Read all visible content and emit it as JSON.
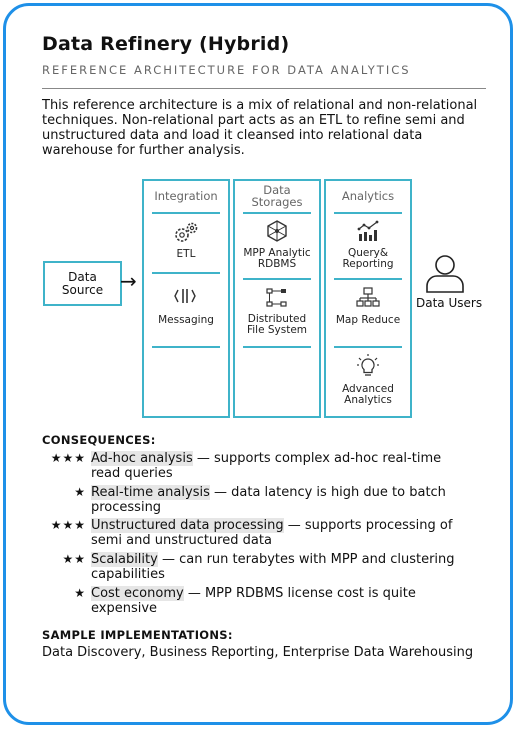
{
  "header": {
    "title": "Data Refinery (Hybrid)",
    "subtitle": "REFERENCE ARCHITECTURE FOR DATA ANALYTICS"
  },
  "intro": "This reference architecture is a mix of relational and non-relational techniques. Non-relational part acts as an ETL to refine semi and unstructured data and load it cleansed into relational data warehouse for further analysis.",
  "diagram": {
    "source": {
      "line1": "Data",
      "line2": "Source"
    },
    "arrow": "→",
    "users_label": "Data Users",
    "columns": [
      {
        "title": "Integration",
        "items": [
          {
            "icon": "gears-icon",
            "label": "ETL"
          },
          {
            "icon": "messaging-icon",
            "label": "Messaging"
          }
        ]
      },
      {
        "title_line1": "Data",
        "title_line2": "Storages",
        "items": [
          {
            "icon": "network-icon",
            "line1": "MPP Analytic",
            "line2": "RDBMS"
          },
          {
            "icon": "file-tree-icon",
            "line1": "Distributed",
            "line2": "File System"
          }
        ]
      },
      {
        "title": "Analytics",
        "items": [
          {
            "icon": "bar-chart-icon",
            "line1": "Query&",
            "line2": "Reporting"
          },
          {
            "icon": "hierarchy-icon",
            "label": "Map Reduce"
          },
          {
            "icon": "lightbulb-icon",
            "line1": "Advanced",
            "line2": "Analytics"
          }
        ]
      }
    ]
  },
  "consequences": {
    "heading": "CONSEQUENCES:",
    "items": [
      {
        "stars": "★★★",
        "term": "Ad-hoc analysis",
        "line1": " — supports complex ad-hoc real-time",
        "line2": "read queries"
      },
      {
        "stars": "★",
        "term": "Real-time analysis",
        "line1": " — data latency is high due to batch",
        "line2": "processing"
      },
      {
        "stars": "★★★",
        "term": "Unstructured data processing",
        "line1": " — supports processing of",
        "line2": "semi and unstructured data"
      },
      {
        "stars": "★★",
        "term": "Scalability",
        "line1": " — can run terabytes with MPP and clustering",
        "line2": "capabilities"
      },
      {
        "stars": "★",
        "term": "Cost economy",
        "line1": " — MPP RDBMS license cost is quite",
        "line2": "expensive"
      }
    ]
  },
  "samples": {
    "heading": "SAMPLE IMPLEMENTATIONS:",
    "text": "Data Discovery, Business Reporting, Enterprise Data Warehousing"
  },
  "colors": {
    "frame": "#1e90e8",
    "diagram": "#3fb3c9",
    "highlight": "#e6e6e6"
  }
}
